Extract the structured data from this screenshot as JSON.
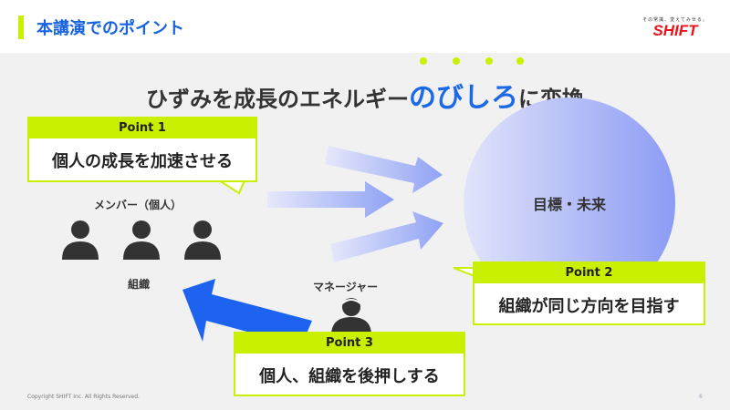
{
  "header": {
    "title": "本講演でのポイント",
    "logo_tagline": "その常識、変えてみせる。",
    "logo": "SHIFT"
  },
  "headline": {
    "before": "ひずみを成長のエネルギー",
    "highlight": "のびしろ",
    "after": "に変換"
  },
  "circle_label": "目標・未来",
  "members_label": "メンバー（個人）",
  "org_label": "組織",
  "manager_label": "マネージャー",
  "points": [
    {
      "title": "Point 1",
      "text": "個人の成長を加速させる"
    },
    {
      "title": "Point 2",
      "text": "組織が同じ方向を目指す"
    },
    {
      "title": "Point 3",
      "text": "個人、組織を後押しする"
    }
  ],
  "footer": {
    "copyright": "Copyright SHIFT Inc. All Rights Reserved.",
    "page": "6"
  },
  "colors": {
    "accent": "#c8f000",
    "blue": "#1763e0"
  }
}
